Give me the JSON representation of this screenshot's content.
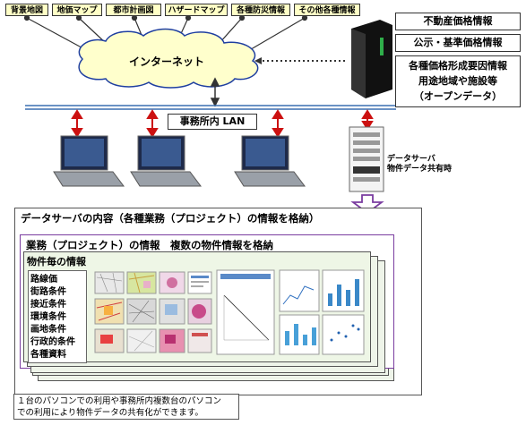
{
  "map_tags": [
    {
      "label": "背景地図"
    },
    {
      "label": "地価マップ"
    },
    {
      "label": "都市計画図"
    },
    {
      "label": "ハザードマップ"
    },
    {
      "label": "各種防災情報"
    },
    {
      "label": "その他各種情報"
    }
  ],
  "internet_label": "インターネット",
  "info_boxes": {
    "real_estate_price": "不動産価格情報",
    "official_price": "公示・基準価格情報",
    "open_data_line1": "各種価格形成要因情報",
    "open_data_line2": "用途地域や施設等",
    "open_data_line3": "（オープンデータ）"
  },
  "lan_label": "事務所内 LAN",
  "data_server_label_line1": "データサーバ",
  "data_server_label_line2": "物件データ共有時",
  "data_server_panel_title": "データサーバの内容（各種業務（プロジェクト）の情報を格納）",
  "work_panel_title": "業務（プロジェクト）の情報　複数の物件情報を格納",
  "property_panel_title": "物件毎の情報",
  "property_items": [
    "路線価",
    "街路条件",
    "接近条件",
    "環境条件",
    "画地条件",
    "行政的条件",
    "各種資料"
  ],
  "footnote_line1": "１台のパソコンでの利用や事務所内複数台のパソコン",
  "footnote_line2": "での利用により物件データの共有化ができます。",
  "colors": {
    "cloud_fill": "#ffffcc",
    "tag_fill": "#ffffc6",
    "arrow_red": "#cc1111",
    "lan_line": "#3a6fb0",
    "work_border": "#7a3da0",
    "stack_fill": "#eef4e9"
  }
}
